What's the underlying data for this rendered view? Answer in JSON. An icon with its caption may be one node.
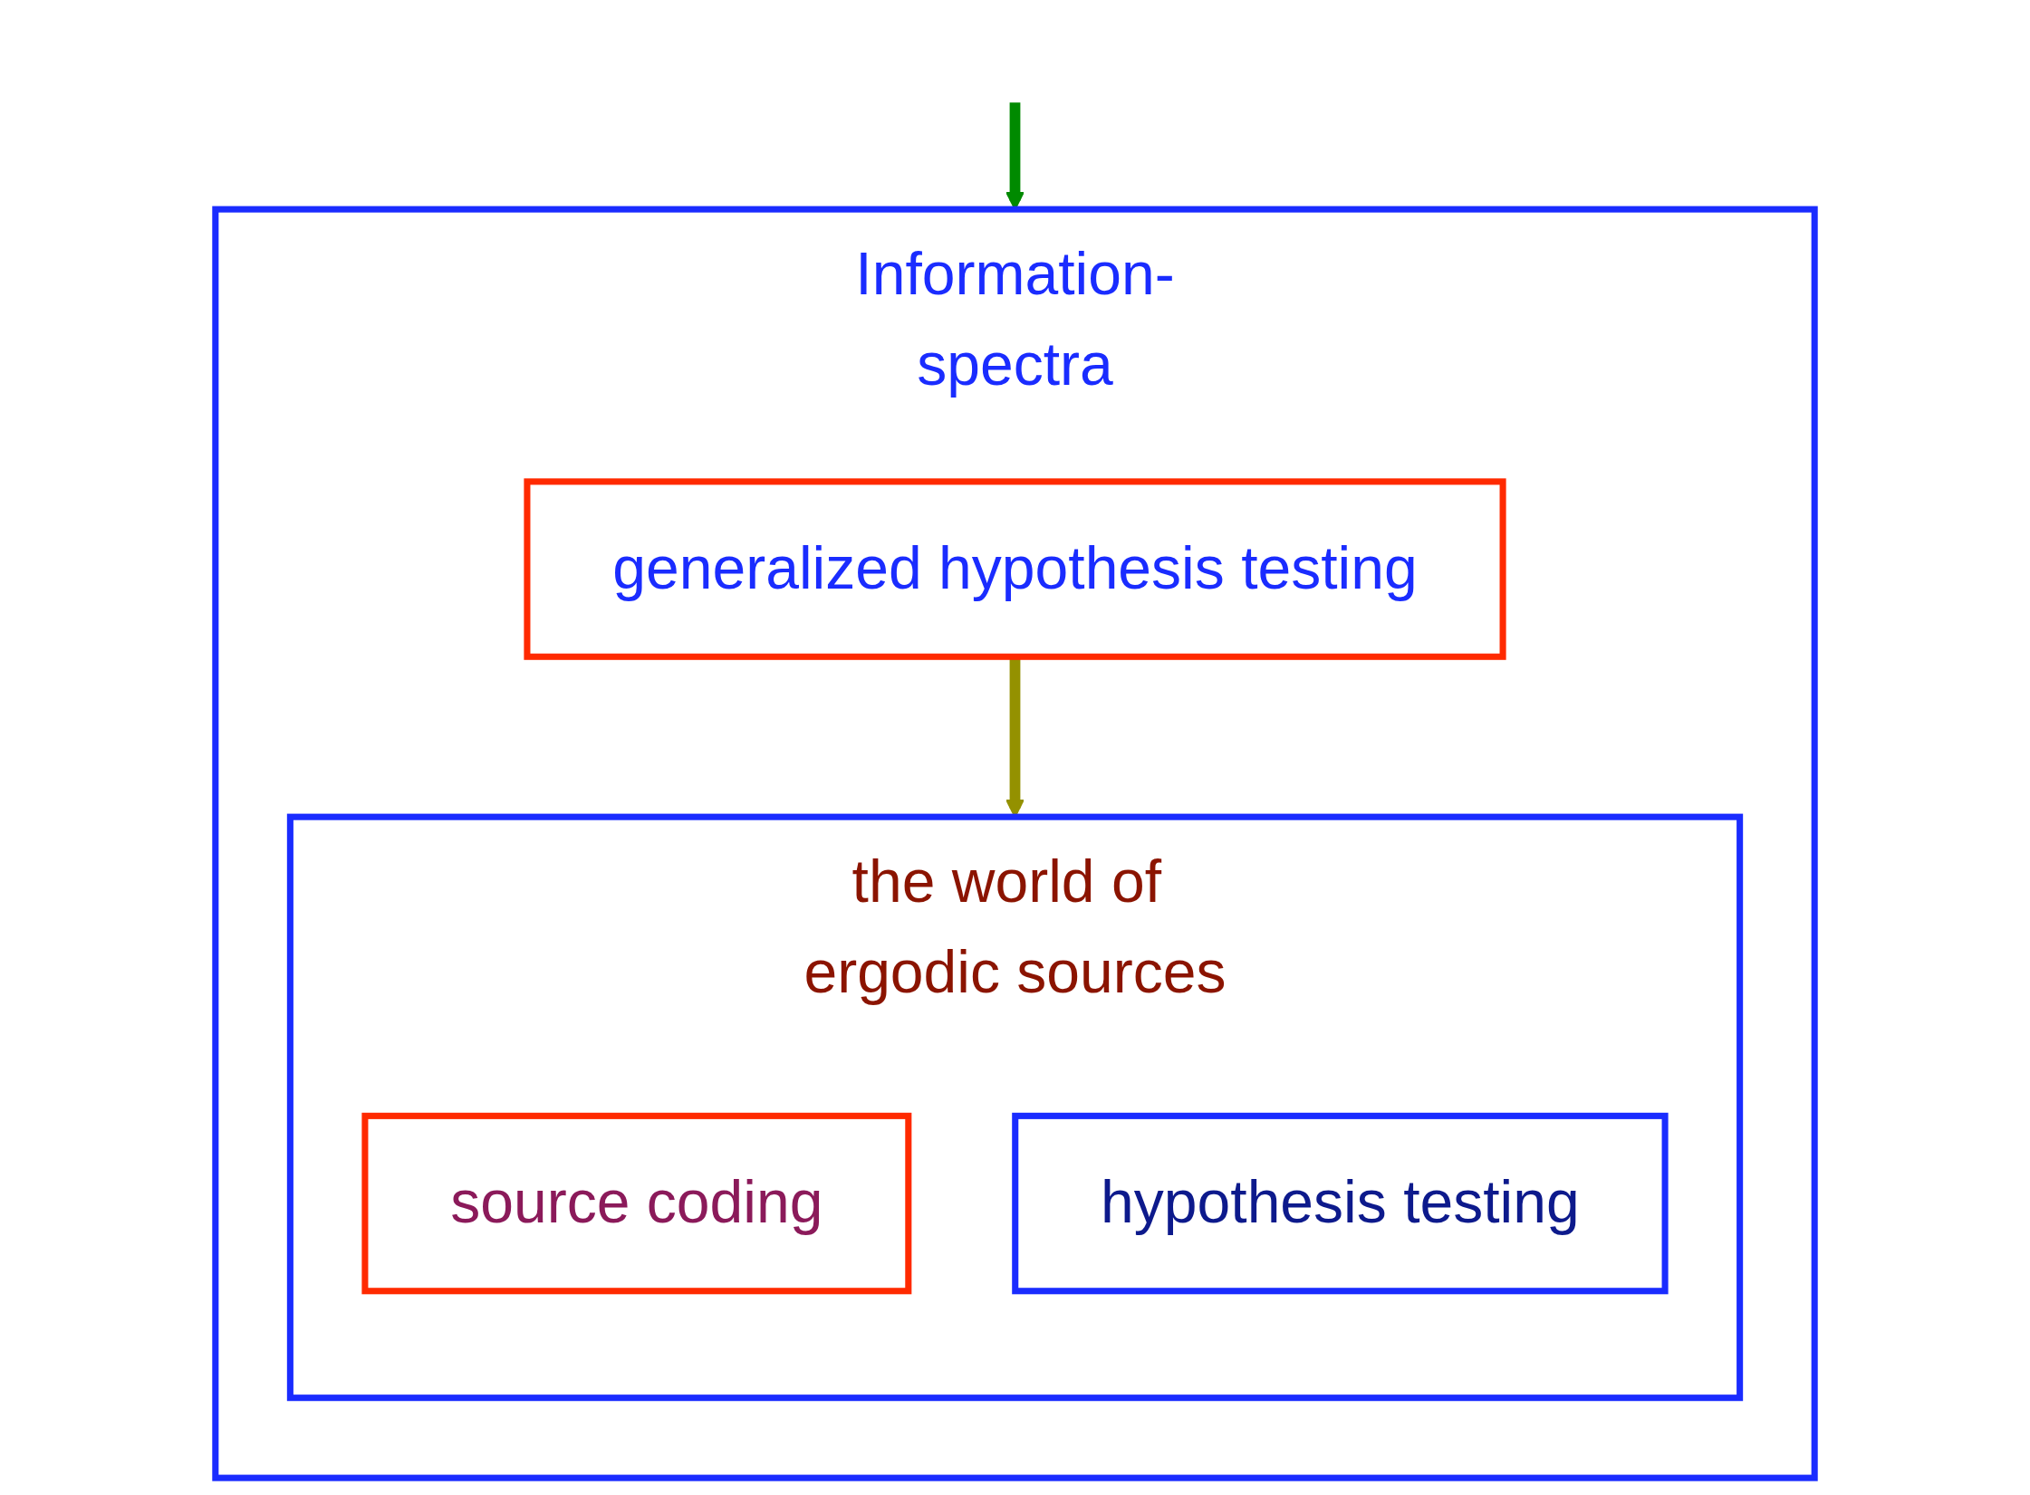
{
  "diagram": {
    "nodes": [
      {
        "text": [
          "Information-spectra"
        ]
      },
      {
        "text": [
          "the world of ergodic sources"
        ],
        "in": 0
      },
      {
        "text": [
          "source coding"
        ],
        "in": 1
      },
      {
        "text": [
          "hypothesis testing"
        ],
        "in": 1
      },
      {
        "text": [
          "generalized hypothesis testing"
        ],
        "in": 0
      }
    ],
    "edges": [
      {
        "from": null,
        "to": 0,
        "arrow": "to",
        "color": "#008a00"
      },
      {
        "from": 4,
        "to": 1,
        "arrow": "to",
        "color": "#949100"
      }
    ]
  }
}
